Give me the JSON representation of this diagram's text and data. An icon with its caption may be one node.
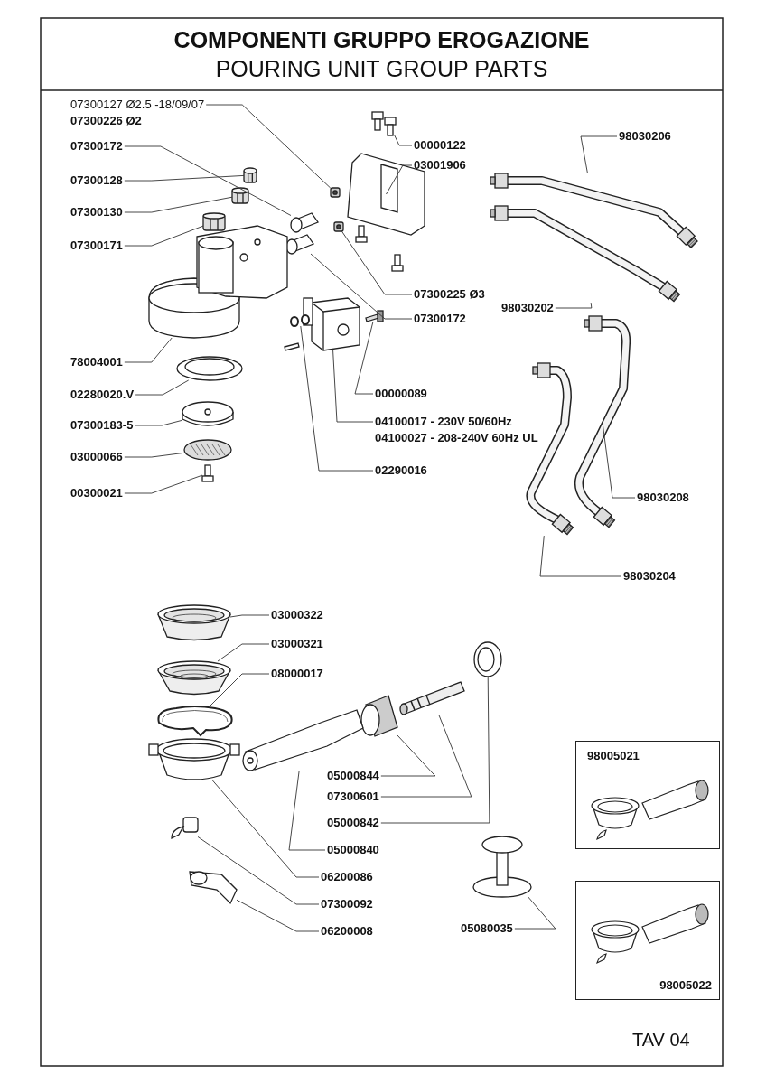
{
  "diagram": {
    "title": "COMPONENTI GRUPPO EROGAZIONE",
    "nodes": [
      {
        "text": [
          "07300127 Ø2.5 -18/09/07",
          "07300226 Ø2"
        ]
      },
      {
        "text": [
          "07300172"
        ]
      },
      {
        "text": [
          "07300128"
        ]
      },
      {
        "text": [
          "07300130"
        ]
      },
      {
        "text": [
          "07300171"
        ]
      },
      {
        "text": [
          "00000122"
        ]
      },
      {
        "text": [
          "03001906"
        ]
      },
      {
        "text": [
          "07300225 Ø3"
        ]
      },
      {
        "text": [
          "07300172"
        ]
      },
      {
        "text": [
          "78004001"
        ]
      },
      {
        "text": [
          "02280020.V"
        ]
      },
      {
        "text": [
          "00000089"
        ]
      },
      {
        "text": [
          "04100017 - 230V 50/60Hz",
          "04100027 - 208-240V 60Hz UL"
        ]
      },
      {
        "text": [
          "07300183-5"
        ]
      },
      {
        "text": [
          "03000066"
        ]
      },
      {
        "text": [
          "02290016"
        ]
      },
      {
        "text": [
          "00300021"
        ]
      },
      {
        "text": [
          "98030206"
        ]
      },
      {
        "text": [
          "98030202"
        ]
      },
      {
        "text": [
          "98030208"
        ]
      },
      {
        "text": [
          "98030204"
        ]
      },
      {
        "text": [
          "03000322"
        ]
      },
      {
        "text": [
          "03000321"
        ]
      },
      {
        "text": [
          "08000017"
        ]
      },
      {
        "text": [
          "05000844"
        ]
      },
      {
        "text": [
          "07300601"
        ]
      },
      {
        "text": [
          "05000842"
        ]
      },
      {
        "text": [
          "05000840"
        ]
      },
      {
        "text": [
          "06200086"
        ]
      },
      {
        "text": [
          "07300092"
        ]
      },
      {
        "text": [
          "06200008"
        ]
      },
      {
        "text": [
          "05080035"
        ]
      },
      {
        "text": [
          "98005021"
        ]
      },
      {
        "text": [
          "98005022"
        ]
      },
      {
        "text": [],
        "shape": "picture"
      },
      {
        "text": [],
        "shape": "picture"
      },
      {
        "text": [],
        "shape": "picture"
      },
      {
        "text": [],
        "shape": "picture"
      },
      {
        "text": [],
        "shape": "picture"
      },
      {
        "text": [],
        "shape": "picture"
      },
      {
        "text": [],
        "shape": "picture"
      },
      {
        "text": [],
        "shape": "picture"
      },
      {
        "text": [],
        "shape": "picture"
      },
      {
        "text": [],
        "shape": "picture"
      },
      {
        "text": [],
        "shape": "picture"
      },
      {
        "text": [],
        "shape": "picture"
      },
      {
        "text": [],
        "shape": "picture"
      },
      {
        "text": [],
        "shape": "picture"
      },
      {
        "text": [],
        "shape": "picture"
      },
      {
        "text": [],
        "shape": "picture"
      },
      {
        "text": [],
        "shape": "picture"
      },
      {
        "text": [],
        "shape": "picture"
      },
      {
        "text": [],
        "shape": "picture"
      },
      {
        "text": [],
        "shape": "picture"
      },
      {
        "text": [],
        "shape": "picture"
      },
      {
        "text": [],
        "shape": "picture"
      },
      {
        "text": [],
        "shape": "picture"
      },
      {
        "text": [],
        "shape": "picture"
      },
      {
        "text": [],
        "shape": "picture"
      },
      {
        "text": [],
        "shape": "picture"
      },
      {
        "text": [],
        "shape": "picture"
      },
      {
        "text": [],
        "shape": "picture"
      },
      {
        "text": [],
        "shape": "picture"
      },
      {
        "text": [],
        "shape": "picture"
      },
      {
        "text": [],
        "shape": "picture"
      },
      {
        "text": [],
        "shape": "picture"
      }
    ],
    "edges": [
      {
        "from": 0,
        "to": 34,
        "arrow": "none"
      },
      {
        "from": 1,
        "to": 35,
        "arrow": "none"
      },
      {
        "from": 2,
        "to": 36,
        "arrow": "none"
      },
      {
        "from": 3,
        "to": 37,
        "arrow": "none"
      },
      {
        "from": 4,
        "to": 38,
        "arrow": "none"
      },
      {
        "from": 5,
        "to": 39,
        "arrow": "none"
      },
      {
        "from": 6,
        "to": 40,
        "arrow": "none"
      },
      {
        "from": 7,
        "to": 41,
        "arrow": "none"
      },
      {
        "from": 8,
        "to": 42,
        "arrow": "none"
      },
      {
        "from": 9,
        "to": 43,
        "arrow": "none"
      },
      {
        "from": 10,
        "to": 44,
        "arrow": "none"
      },
      {
        "from": 11,
        "to": 45,
        "arrow": "none"
      },
      {
        "from": 12,
        "to": 46,
        "arrow": "none"
      },
      {
        "from": 13,
        "to": 47,
        "arrow": "none"
      },
      {
        "from": 14,
        "to": 48,
        "arrow": "none"
      },
      {
        "from": 15,
        "to": 49,
        "arrow": "none"
      },
      {
        "from": 16,
        "to": 50,
        "arrow": "none"
      },
      {
        "from": 17,
        "to": 51,
        "arrow": "none"
      },
      {
        "from": 18,
        "to": 52,
        "arrow": "none"
      },
      {
        "from": 19,
        "to": 53,
        "arrow": "none"
      },
      {
        "from": 20,
        "to": 54,
        "arrow": "none"
      },
      {
        "from": 21,
        "to": 55,
        "arrow": "none"
      },
      {
        "from": 22,
        "to": 56,
        "arrow": "none"
      },
      {
        "from": 23,
        "to": 57,
        "arrow": "none"
      },
      {
        "from": 24,
        "to": 58,
        "arrow": "none"
      },
      {
        "from": 25,
        "to": 59,
        "arrow": "none"
      },
      {
        "from": 26,
        "to": 60,
        "arrow": "none"
      },
      {
        "from": 27,
        "to": 61,
        "arrow": "none"
      },
      {
        "from": 28,
        "to": 62,
        "arrow": "none"
      },
      {
        "from": 29,
        "to": 63,
        "arrow": "none"
      },
      {
        "from": 30,
        "to": 64,
        "arrow": "none"
      },
      {
        "from": 31,
        "to": 65,
        "arrow": "none"
      }
    ],
    "labels": [
      "POURING UNIT GROUP PARTS",
      "TAV 04"
    ]
  }
}
